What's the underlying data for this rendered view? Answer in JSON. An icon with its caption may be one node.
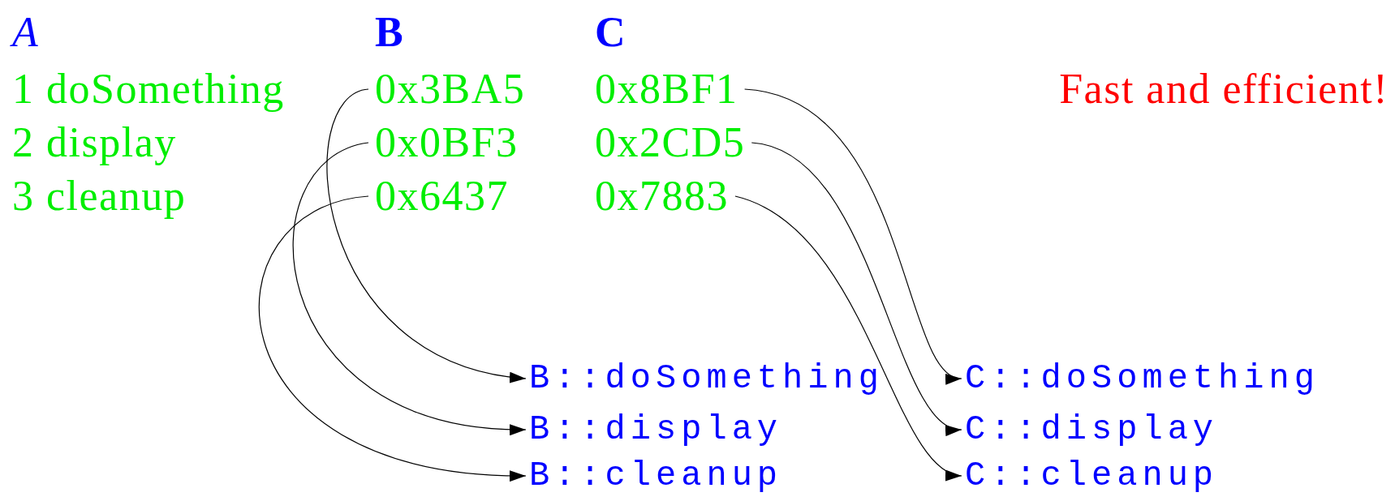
{
  "diagram": {
    "nodes": [
      {
        "text": [
          "0x3BA5"
        ]
      },
      {
        "text": [
          "0x0BF3"
        ]
      },
      {
        "text": [
          "0x6437"
        ]
      },
      {
        "text": [
          "0x8BF1"
        ]
      },
      {
        "text": [
          "0x2CD5"
        ]
      },
      {
        "text": [
          "0x7883"
        ]
      },
      {
        "text": [
          "B::doSomething"
        ]
      },
      {
        "text": [
          "B::display"
        ]
      },
      {
        "text": [
          "B::cleanup"
        ]
      },
      {
        "text": [
          "C::doSomething"
        ]
      },
      {
        "text": [
          "C::display"
        ]
      },
      {
        "text": [
          "C::cleanup"
        ]
      }
    ],
    "edges": [
      {
        "from": 0,
        "to": 6,
        "arrow": "to"
      },
      {
        "from": 1,
        "to": 7,
        "arrow": "to"
      },
      {
        "from": 2,
        "to": 8,
        "arrow": "to"
      },
      {
        "from": 3,
        "to": 9,
        "arrow": "to"
      },
      {
        "from": 4,
        "to": 10,
        "arrow": "to"
      },
      {
        "from": 5,
        "to": 11,
        "arrow": "to"
      }
    ],
    "labels": [
      "A",
      "B",
      "C",
      "1 doSomething",
      "Fast and efficient!",
      "2 display",
      "3 cleanup"
    ]
  }
}
